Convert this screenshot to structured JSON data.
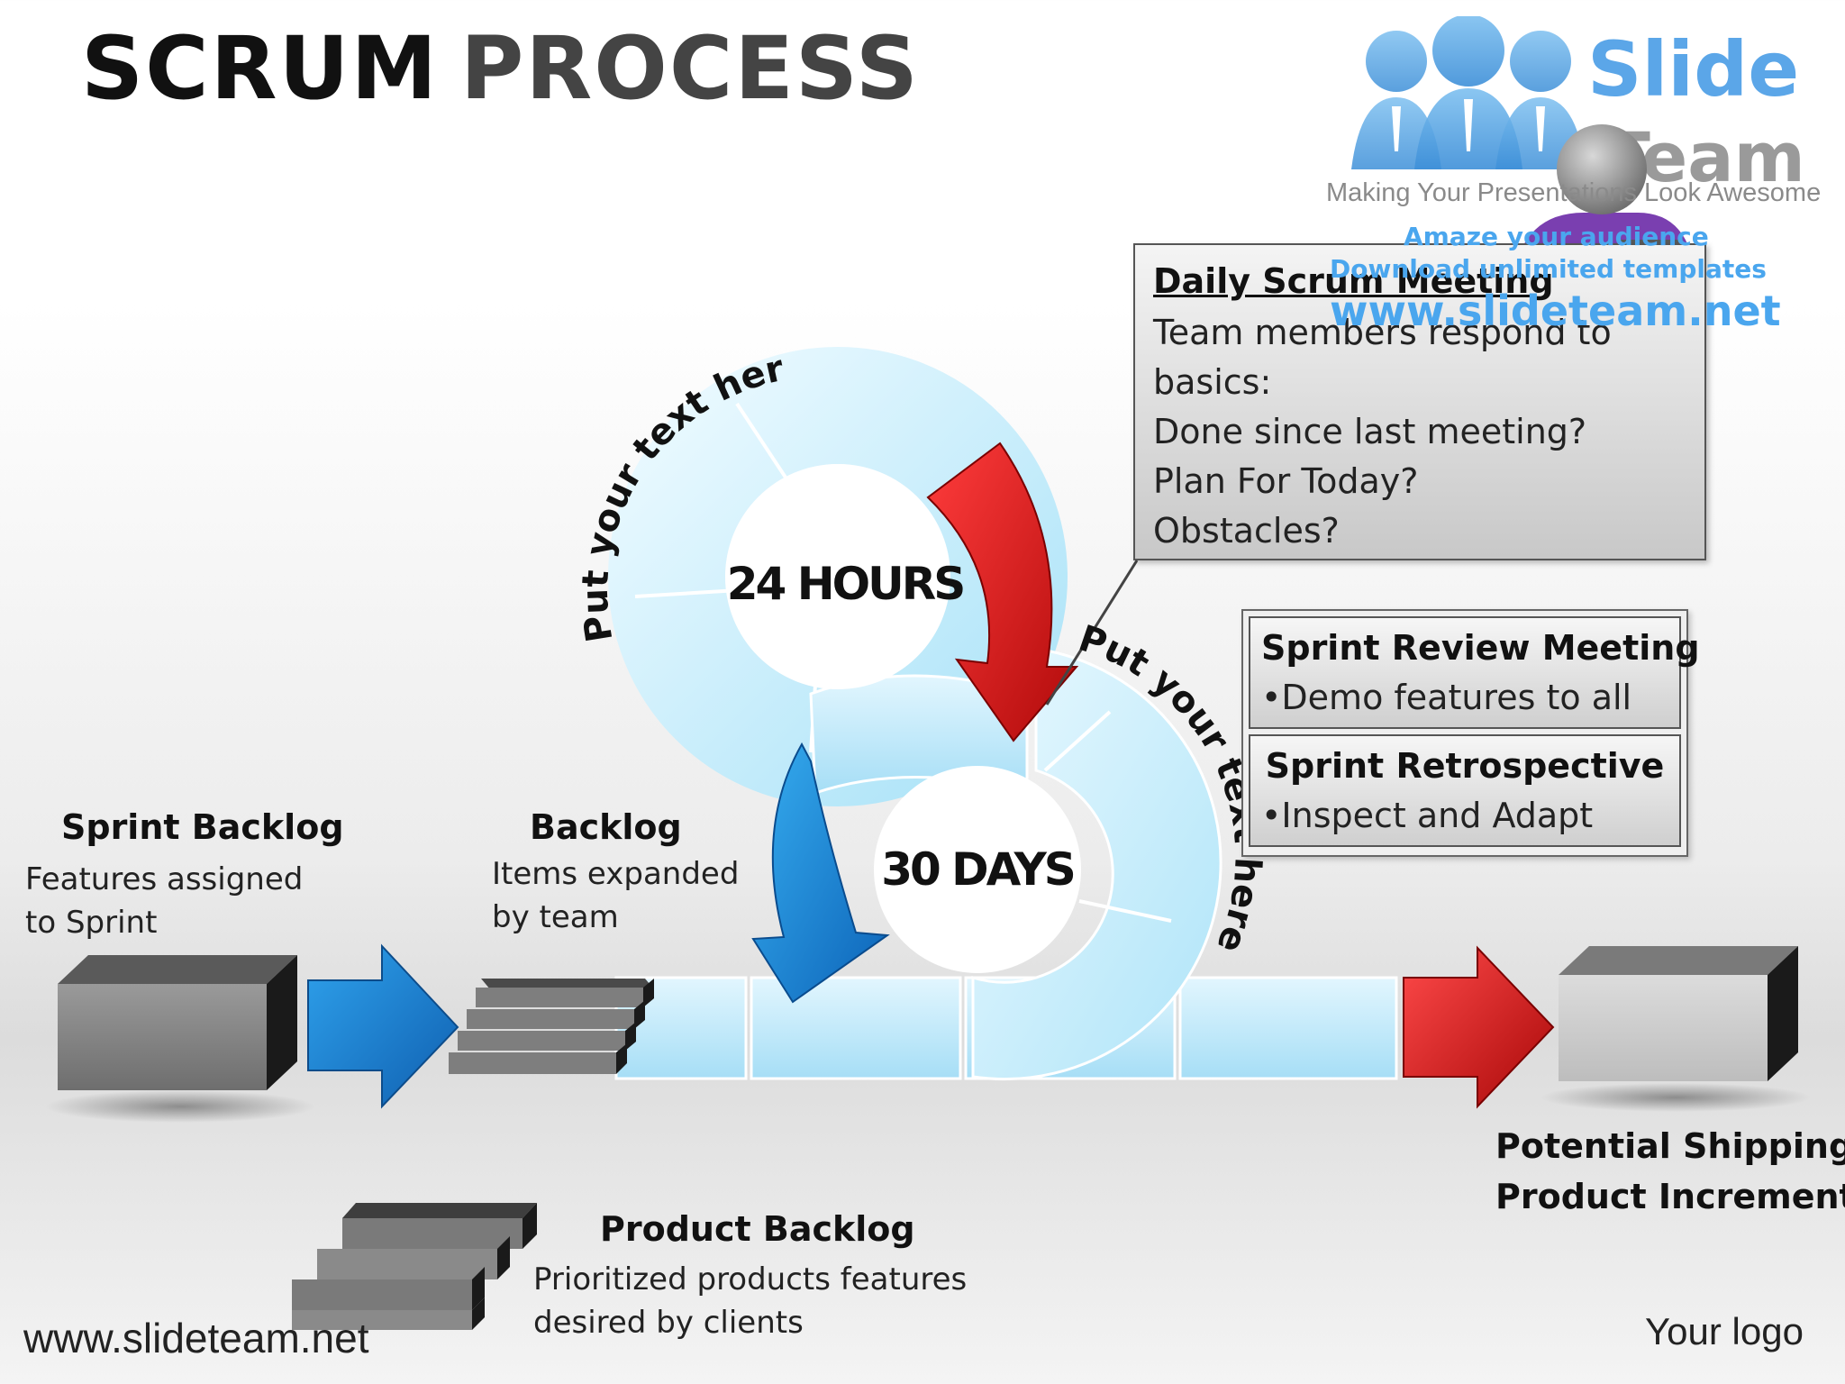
{
  "title": {
    "word1": "SCRUM",
    "word2": "PROCESS"
  },
  "watermark": {
    "brand_line1": "Slide",
    "brand_line2": "Team",
    "tagline": "Making Your Presentations Look Awesome",
    "promo1": "Amaze your audience",
    "promo2": "Download unlimited templates",
    "url": "www.slideteam.net"
  },
  "cycle": {
    "daily_label": "24 HOURS",
    "sprint_label": "30 DAYS",
    "curved_text_top": "Put your text here",
    "curved_text_right": "Put your text here"
  },
  "daily_meeting": {
    "heading": "Daily Scrum Meeting",
    "lines": [
      "Team members respond to",
      "basics:",
      "Done since last meeting?",
      "Plan For Today?",
      "Obstacles?"
    ]
  },
  "review_meeting": {
    "heading": "Sprint Review Meeting",
    "bullet": "•Demo features to all"
  },
  "retrospective": {
    "heading": "Sprint Retrospective",
    "bullet": "•Inspect and Adapt"
  },
  "sprint_backlog": {
    "heading": "Sprint Backlog",
    "lines": [
      "Features assigned",
      "to Sprint"
    ]
  },
  "backlog": {
    "heading": "Backlog",
    "lines": [
      "Items expanded",
      "by team"
    ]
  },
  "product_backlog": {
    "heading": "Product Backlog",
    "lines": [
      "Prioritized products features",
      "desired by clients"
    ]
  },
  "increment": {
    "lines": [
      "Potential Shipping",
      "Product Increment"
    ]
  },
  "footer": {
    "url": "www.slideteam.net",
    "logo": "Your logo"
  },
  "colors": {
    "light_blue": "#c8ecfa",
    "blue_arrow": "#1a86d8",
    "red_arrow": "#d81a1a",
    "box_gray": "#8c8c8c"
  }
}
